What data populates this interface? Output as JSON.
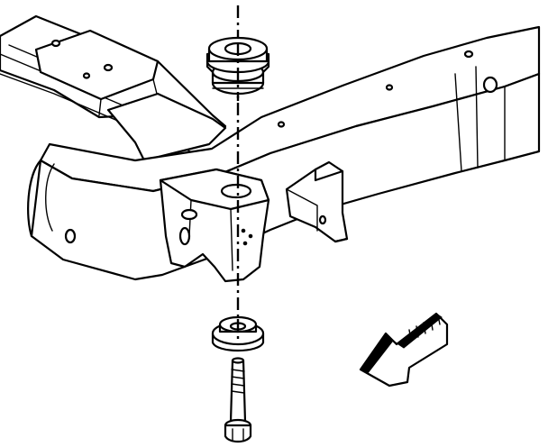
{
  "diagram": {
    "type": "exploded-assembly-illustration",
    "colors": {
      "line": "#000000",
      "background": "#ffffff"
    },
    "parts": [
      "frame-rail",
      "crossmember",
      "body-mount-bracket",
      "upper-body-mount-insulator",
      "lower-body-mount-insulator",
      "body-mount-bolt",
      "center-line",
      "direction-arrow"
    ]
  }
}
